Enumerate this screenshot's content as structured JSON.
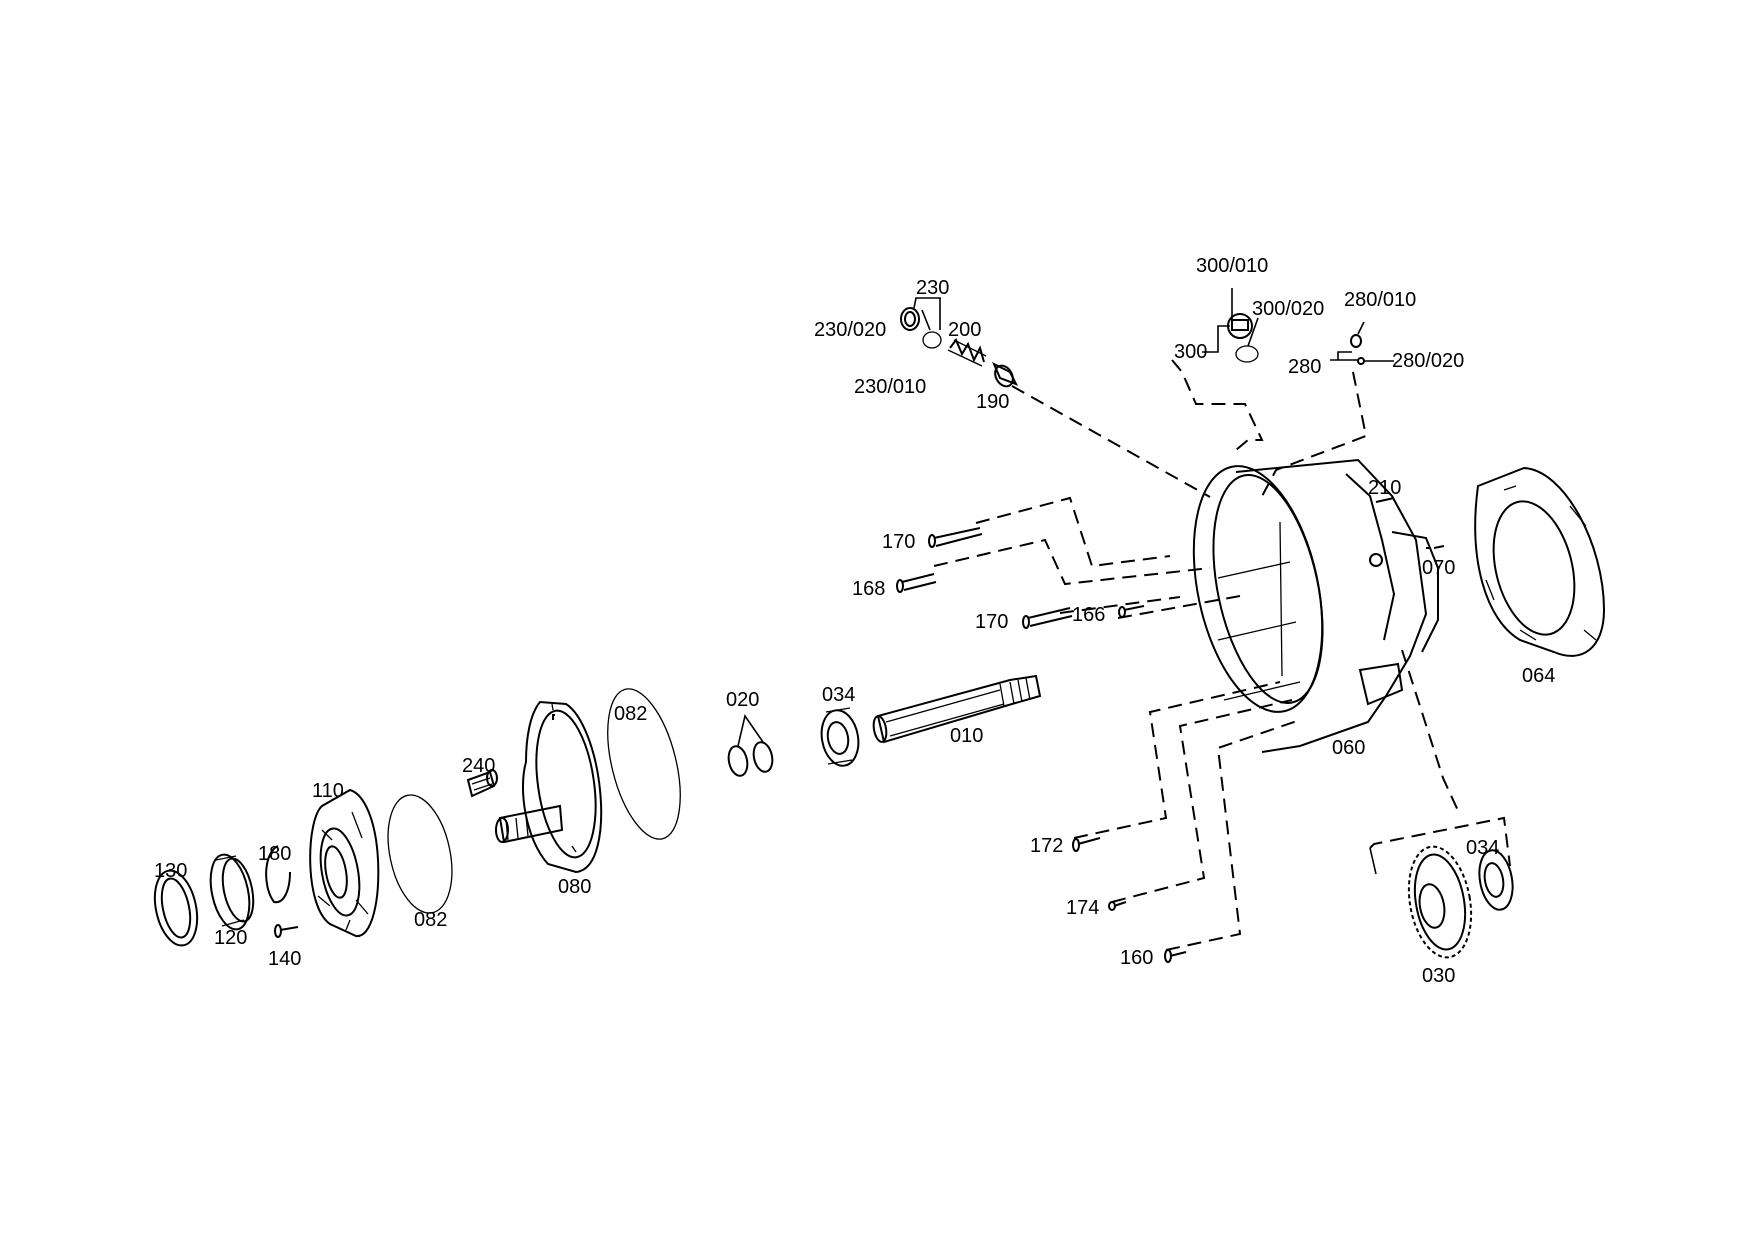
{
  "labels": {
    "p010": "010",
    "p020": "020",
    "p030": "030",
    "p034a": "034",
    "p034b": "034",
    "p060": "060",
    "p064": "064",
    "p070": "070",
    "p080": "080",
    "p082a": "082",
    "p082b": "082",
    "p110": "110",
    "p120": "120",
    "p130": "130",
    "p140": "140",
    "p160": "160",
    "p166": "166",
    "p168": "168",
    "p170a": "170",
    "p170b": "170",
    "p172": "172",
    "p174": "174",
    "p180": "180",
    "p190": "190",
    "p200": "200",
    "p210": "210",
    "p230": "230",
    "p230_010": "230/010",
    "p230_020": "230/020",
    "p240": "240",
    "p280": "280",
    "p280_010": "280/010",
    "p280_020": "280/020",
    "p300": "300",
    "p300_010": "300/010",
    "p300_020": "300/020"
  }
}
